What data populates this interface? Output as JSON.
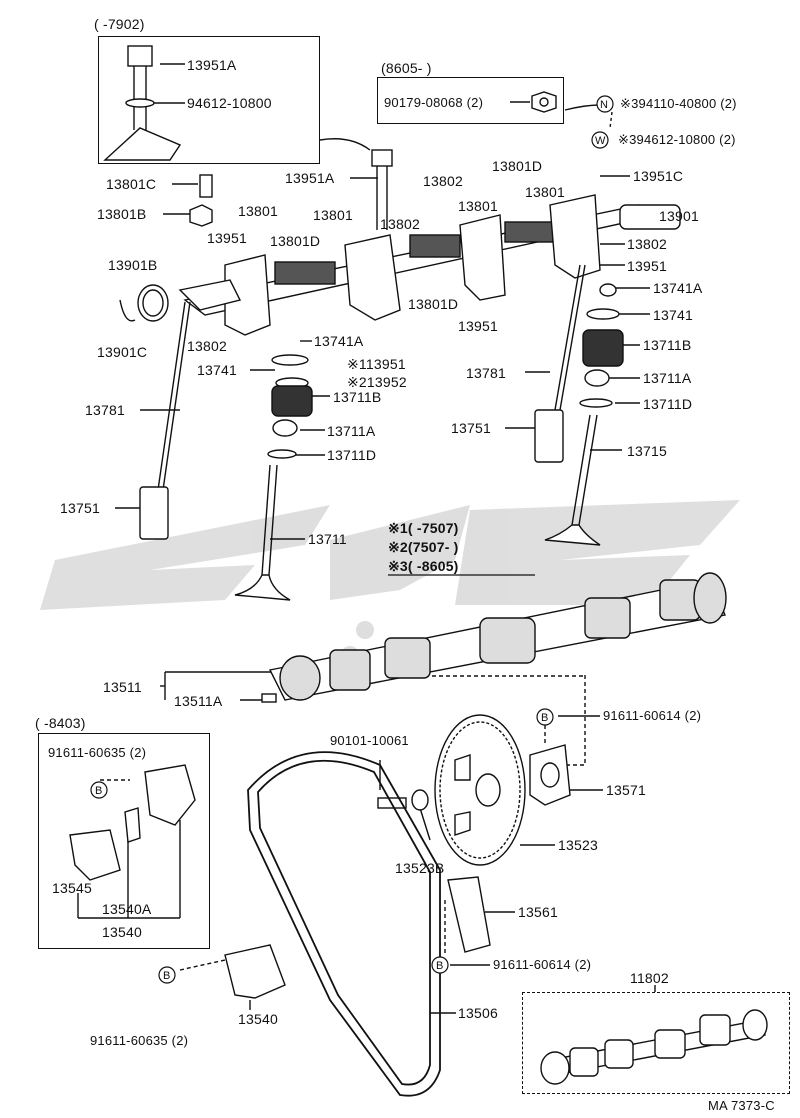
{
  "labels": {
    "range_top_left": "(       -7902)",
    "p13951A_top": "13951A",
    "p94612": "94612-10800",
    "range_8605": "(8605-          )",
    "p90179": "90179-08068 (2)",
    "p394110": "※394110-40800 (2)",
    "p394612": "※394612-10800 (2)",
    "p13951A_mid": "13951A",
    "p13801C": "13801C",
    "p13801B": "13801B",
    "p13801_a": "13801",
    "p13801_b": "13801",
    "p13801_c": "13801",
    "p13801_d": "13801",
    "p13951_left": "13951",
    "p13801D_left": "13801D",
    "p13802_a": "13802",
    "p13802_b": "13802",
    "p13801D_top": "13801D",
    "p13951C": "13951C",
    "p13901": "13901",
    "p13802_right": "13802",
    "p13951_right": "13951",
    "p13901B": "13901B",
    "p13901C": "13901C",
    "p13802_bottom": "13802",
    "p13741A_left": "13741A",
    "p13801D_mid": "13801D",
    "p13951_mid": "13951",
    "p13741A_right": "13741A",
    "p13741_right": "13741",
    "p13711B_right": "13711B",
    "p13711A_right": "13711A",
    "p13711D_right": "13711D",
    "p13715": "13715",
    "p13781_right": "13781",
    "p13751_right": "13751",
    "p13741_left": "13741",
    "p1_13951": "※113951",
    "p2_13952": "※213952",
    "p13711B_left": "13711B",
    "p13711A_left": "13711A",
    "p13711D_left": "13711D",
    "p13781_left": "13781",
    "p13751_left": "13751",
    "p13711": "13711",
    "note1": "※1(       -7507)",
    "note2": "※2(7507-            )",
    "note3": "※3(       -8605)",
    "p13511": "13511",
    "p13511A": "13511A",
    "range_8403": "(       -8403)",
    "p91611_60635_a": "91611-60635 (2)",
    "p13545": "13545",
    "p13540A": "13540A",
    "p13540_box": "13540",
    "p90101": "90101-10061",
    "p91611_60614_a": "91611-60614 (2)",
    "p13571": "13571",
    "p13523": "13523",
    "p13523B": "13523B",
    "p13561": "13561",
    "p91611_60614_b": "91611-60614 (2)",
    "p11802": "11802",
    "p91611_60635_b": "91611-60635 (2)",
    "p13540_bottom": "13540",
    "p13506": "13506",
    "footer_code": "MA 7373-C",
    "circle_N": "N",
    "circle_W": "W",
    "circle_B1": "B",
    "circle_B2": "B",
    "circle_B3": "B",
    "circle_B4": "B"
  }
}
